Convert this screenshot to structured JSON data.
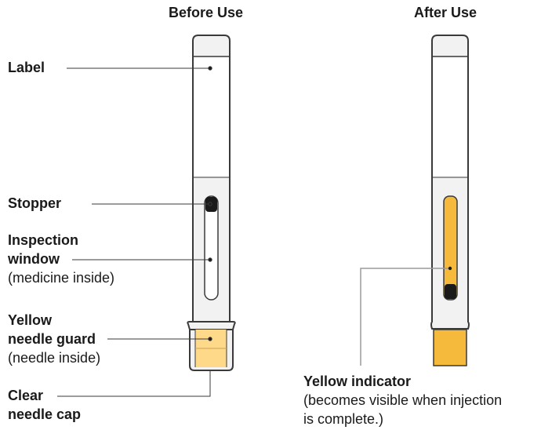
{
  "headers": {
    "before": "Before Use",
    "after": "After Use"
  },
  "labels": {
    "label": "Label",
    "stopper": "Stopper",
    "inspection_window_line1": "Inspection",
    "inspection_window_line2": "window",
    "inspection_window_sub": "(medicine inside)",
    "needle_guard_line1": "Yellow",
    "needle_guard_line2": "needle guard",
    "needle_guard_sub": "(needle inside)",
    "needle_cap_line1": "Clear",
    "needle_cap_line2": "needle cap",
    "indicator_title": "Yellow indicator",
    "indicator_sub1": "(becomes visible when injection",
    "indicator_sub2": "is complete.)"
  },
  "colors": {
    "outline": "#3a3a3a",
    "body_fill": "#f2f2f2",
    "yellow_light": "#ffd98a",
    "yellow_indicator": "#f5b93b",
    "leader_line": "#9a9a9a"
  }
}
